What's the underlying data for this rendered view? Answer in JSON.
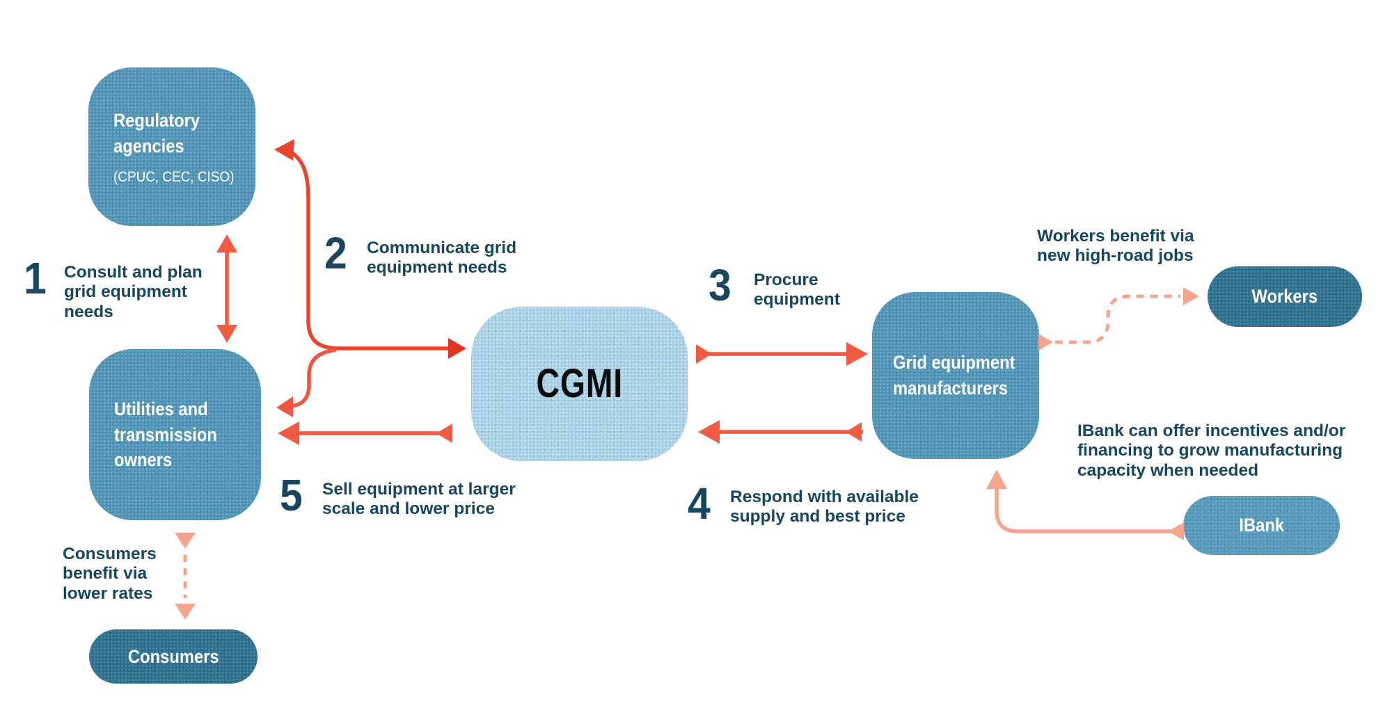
{
  "boxes": {
    "regulatory": {
      "label": "Regulatory agencies",
      "subtitle": "(CPUC, CEC, CISO)"
    },
    "utilities": {
      "label": "Utilities and transmission owners"
    },
    "cgmi": {
      "label": "CGMI"
    },
    "manufacturers": {
      "label": "Grid equipment manufacturers"
    },
    "workers": {
      "label": "Workers"
    },
    "ibank": {
      "label": "IBank"
    },
    "consumers": {
      "label": "Consumers"
    }
  },
  "steps": [
    {
      "num": "1",
      "text": "Consult and plan grid equipment needs"
    },
    {
      "num": "2",
      "text": "Communicate grid equipment needs"
    },
    {
      "num": "3",
      "text": "Procure equipment"
    },
    {
      "num": "4",
      "text": "Respond with available supply and best price"
    },
    {
      "num": "5",
      "text": "Sell equipment at larger scale and lower price"
    }
  ],
  "notes": {
    "workers": "Workers benefit via new high-road jobs",
    "ibank": "IBank can offer incentives and/or financing to grow manufacturing capacity when needed",
    "consumers": "Consumers benefit via lower rates"
  },
  "colors": {
    "box_blue": "#4e92b5",
    "box_light_blue": "#a6cee4",
    "pill_dark_teal": "#2e7090",
    "pill_medium_blue": "#5599bb",
    "text_navy": "#17465e",
    "arrow_red": "#e9452c",
    "arrow_orange_red": "#f15b41",
    "arrow_salmon": "#f5a48e"
  }
}
